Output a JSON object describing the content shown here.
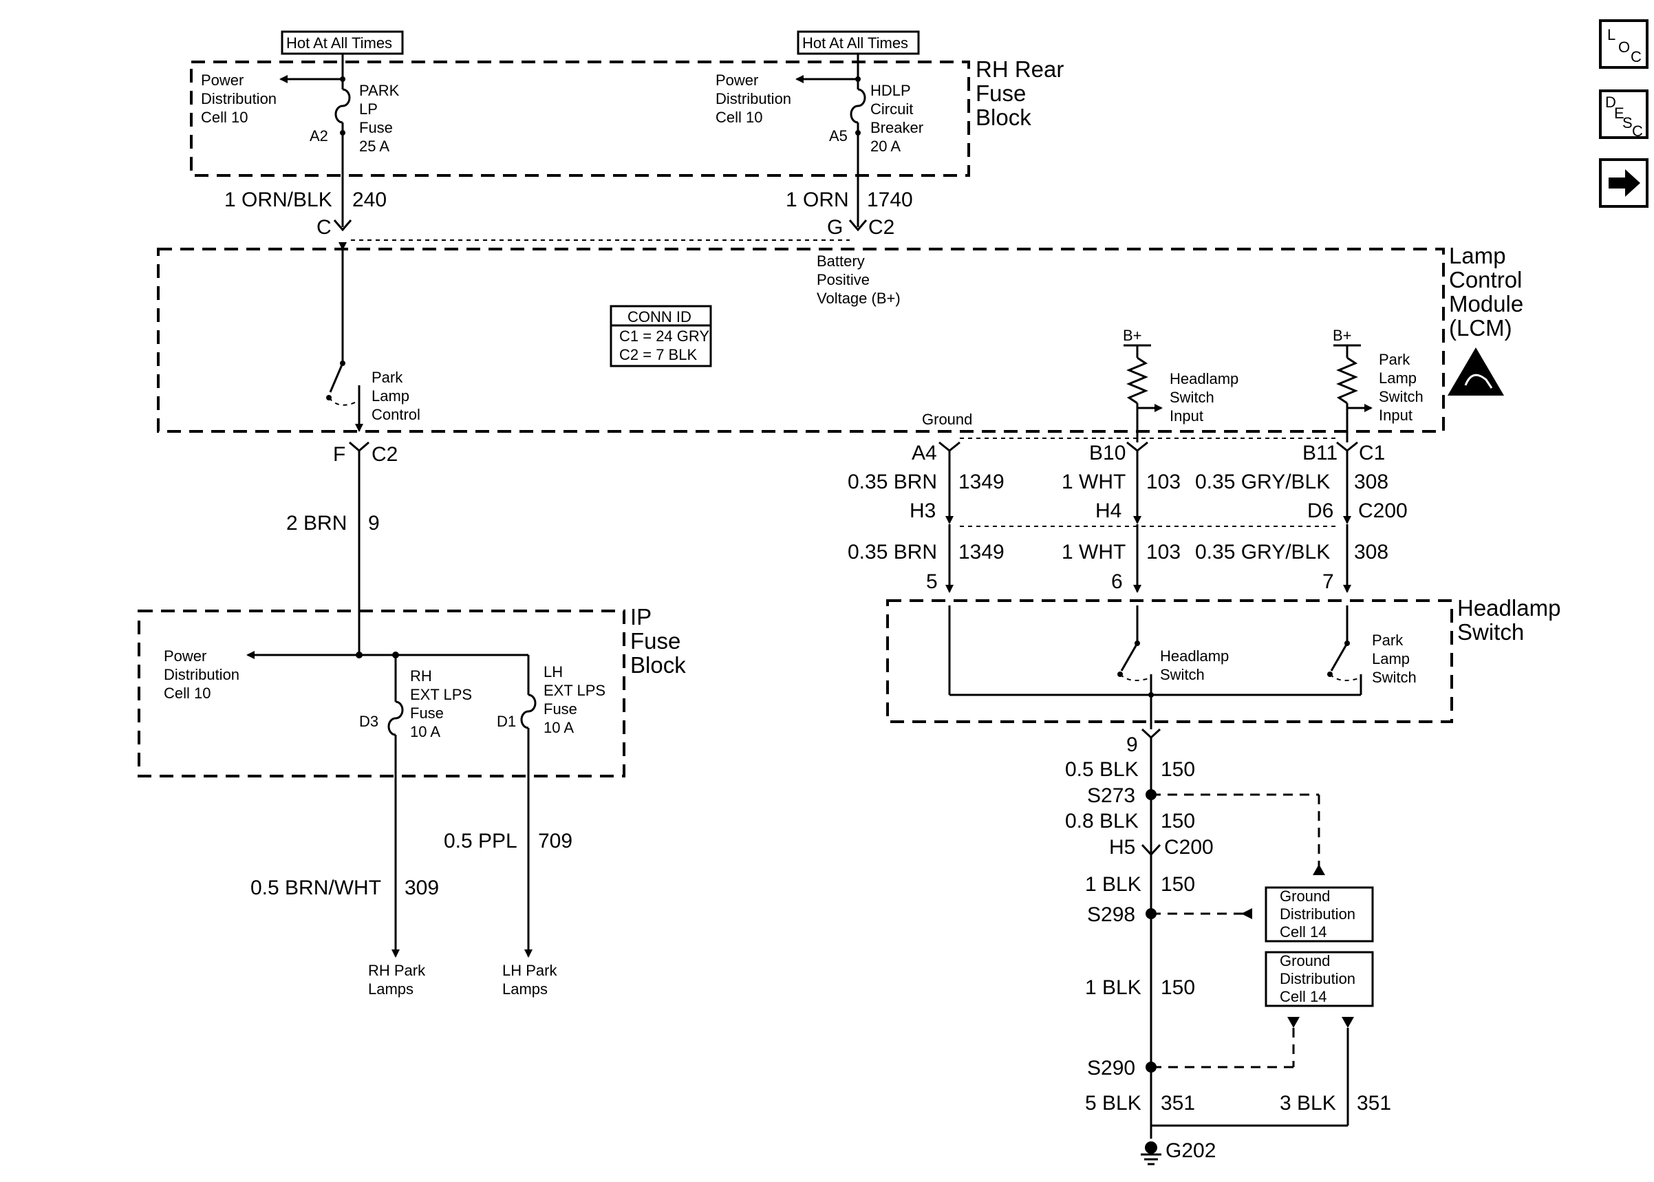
{
  "labels": {
    "hot_at_all_times_1": "Hot At All Times",
    "hot_at_all_times_2": "Hot At All Times",
    "rh_rear_fuse_block": [
      "RH Rear",
      "Fuse",
      "Block"
    ],
    "power_dist_1": [
      "Power",
      "Distribution",
      "Cell 10"
    ],
    "power_dist_2": [
      "Power",
      "Distribution",
      "Cell 10"
    ],
    "power_dist_3": [
      "Power",
      "Distribution",
      "Cell 10"
    ],
    "park_lp_fuse": [
      "PARK",
      "LP",
      "Fuse",
      "25 A"
    ],
    "hdlp_cb": [
      "HDLP",
      "Circuit",
      "Breaker",
      "20 A"
    ],
    "a2": "A2",
    "a5": "A5",
    "wire_240": "1 ORN/BLK",
    "circ_240": "240",
    "wire_1740": "1 ORN",
    "circ_1740": "1740",
    "pin_c": "C",
    "pin_g": "G",
    "conn_c2_top": "C2",
    "battery_positive": [
      "Battery",
      "Positive",
      "Voltage (B+)"
    ],
    "lcm": [
      "Lamp",
      "Control",
      "Module",
      "(LCM)"
    ],
    "conn_id": [
      "CONN ID",
      "C1 = 24 GRY",
      "C2 = 7 BLK"
    ],
    "park_lamp_control": [
      "Park",
      "Lamp",
      "Control"
    ],
    "bplus_1": "B+",
    "bplus_2": "B+",
    "headlamp_switch_input": [
      "Headlamp",
      "Switch",
      "Input"
    ],
    "park_lamp_switch_input": [
      "Park",
      "Lamp",
      "Switch",
      "Input"
    ],
    "ground": "Ground",
    "pin_a4": "A4",
    "pin_b10": "B10",
    "pin_b11": "B11",
    "conn_c1": "C1",
    "pin_f": "F",
    "conn_c2_bot": "C2",
    "wire_9": "2 BRN",
    "circ_9": "9",
    "wire_1349_a": "0.35 BRN",
    "circ_1349_a": "1349",
    "wire_103_a": "1 WHT",
    "circ_103_a": "103",
    "wire_308_a": "0.35 GRY/BLK",
    "circ_308_a": "308",
    "pin_h3": "H3",
    "pin_h4": "H4",
    "pin_d6": "D6",
    "conn_c200": "C200",
    "wire_1349_b": "0.35 BRN",
    "circ_1349_b": "1349",
    "wire_103_b": "1 WHT",
    "circ_103_b": "103",
    "wire_308_b": "0.35 GRY/BLK",
    "circ_308_b": "308",
    "pin_5": "5",
    "pin_6": "6",
    "pin_7": "7",
    "headlamp_switch_box": [
      "Headlamp",
      "Switch"
    ],
    "headlamp_switch_inner": [
      "Headlamp",
      "Switch"
    ],
    "park_lamp_switch_inner": [
      "Park",
      "Lamp",
      "Switch"
    ],
    "ip_fuse_block": [
      "IP",
      "Fuse",
      "Block"
    ],
    "rh_ext_lps": [
      "RH",
      "EXT LPS",
      "Fuse",
      "10 A"
    ],
    "lh_ext_lps": [
      "LH",
      "EXT LPS",
      "Fuse",
      "10 A"
    ],
    "d3": "D3",
    "d1": "D1",
    "wire_709": "0.5 PPL",
    "circ_709": "709",
    "wire_309": "0.5 BRN/WHT",
    "circ_309": "309",
    "rh_park_lamps": [
      "RH Park",
      "Lamps"
    ],
    "lh_park_lamps": [
      "LH Park",
      "Lamps"
    ],
    "pin_9": "9",
    "wire_150_a": "0.5 BLK",
    "circ_150_a": "150",
    "s273": "S273",
    "wire_150_b": "0.8 BLK",
    "circ_150_b": "150",
    "pin_h5": "H5",
    "conn_c200_b": "C200",
    "wire_150_c": "1 BLK",
    "circ_150_c": "150",
    "s298": "S298",
    "ground_dist_1": [
      "Ground",
      "Distribution",
      "Cell 14"
    ],
    "ground_dist_2": [
      "Ground",
      "Distribution",
      "Cell 14"
    ],
    "wire_150_d": "1 BLK",
    "circ_150_d": "150",
    "s290": "S290",
    "wire_351_a": "5 BLK",
    "circ_351_a": "351",
    "wire_351_b": "3 BLK",
    "circ_351_b": "351",
    "g202": "G202"
  },
  "nav": {
    "loc": [
      "L",
      "O",
      "C"
    ],
    "desc": [
      "D",
      "E",
      "S",
      "C"
    ],
    "next_icon": "right-arrow-icon"
  }
}
